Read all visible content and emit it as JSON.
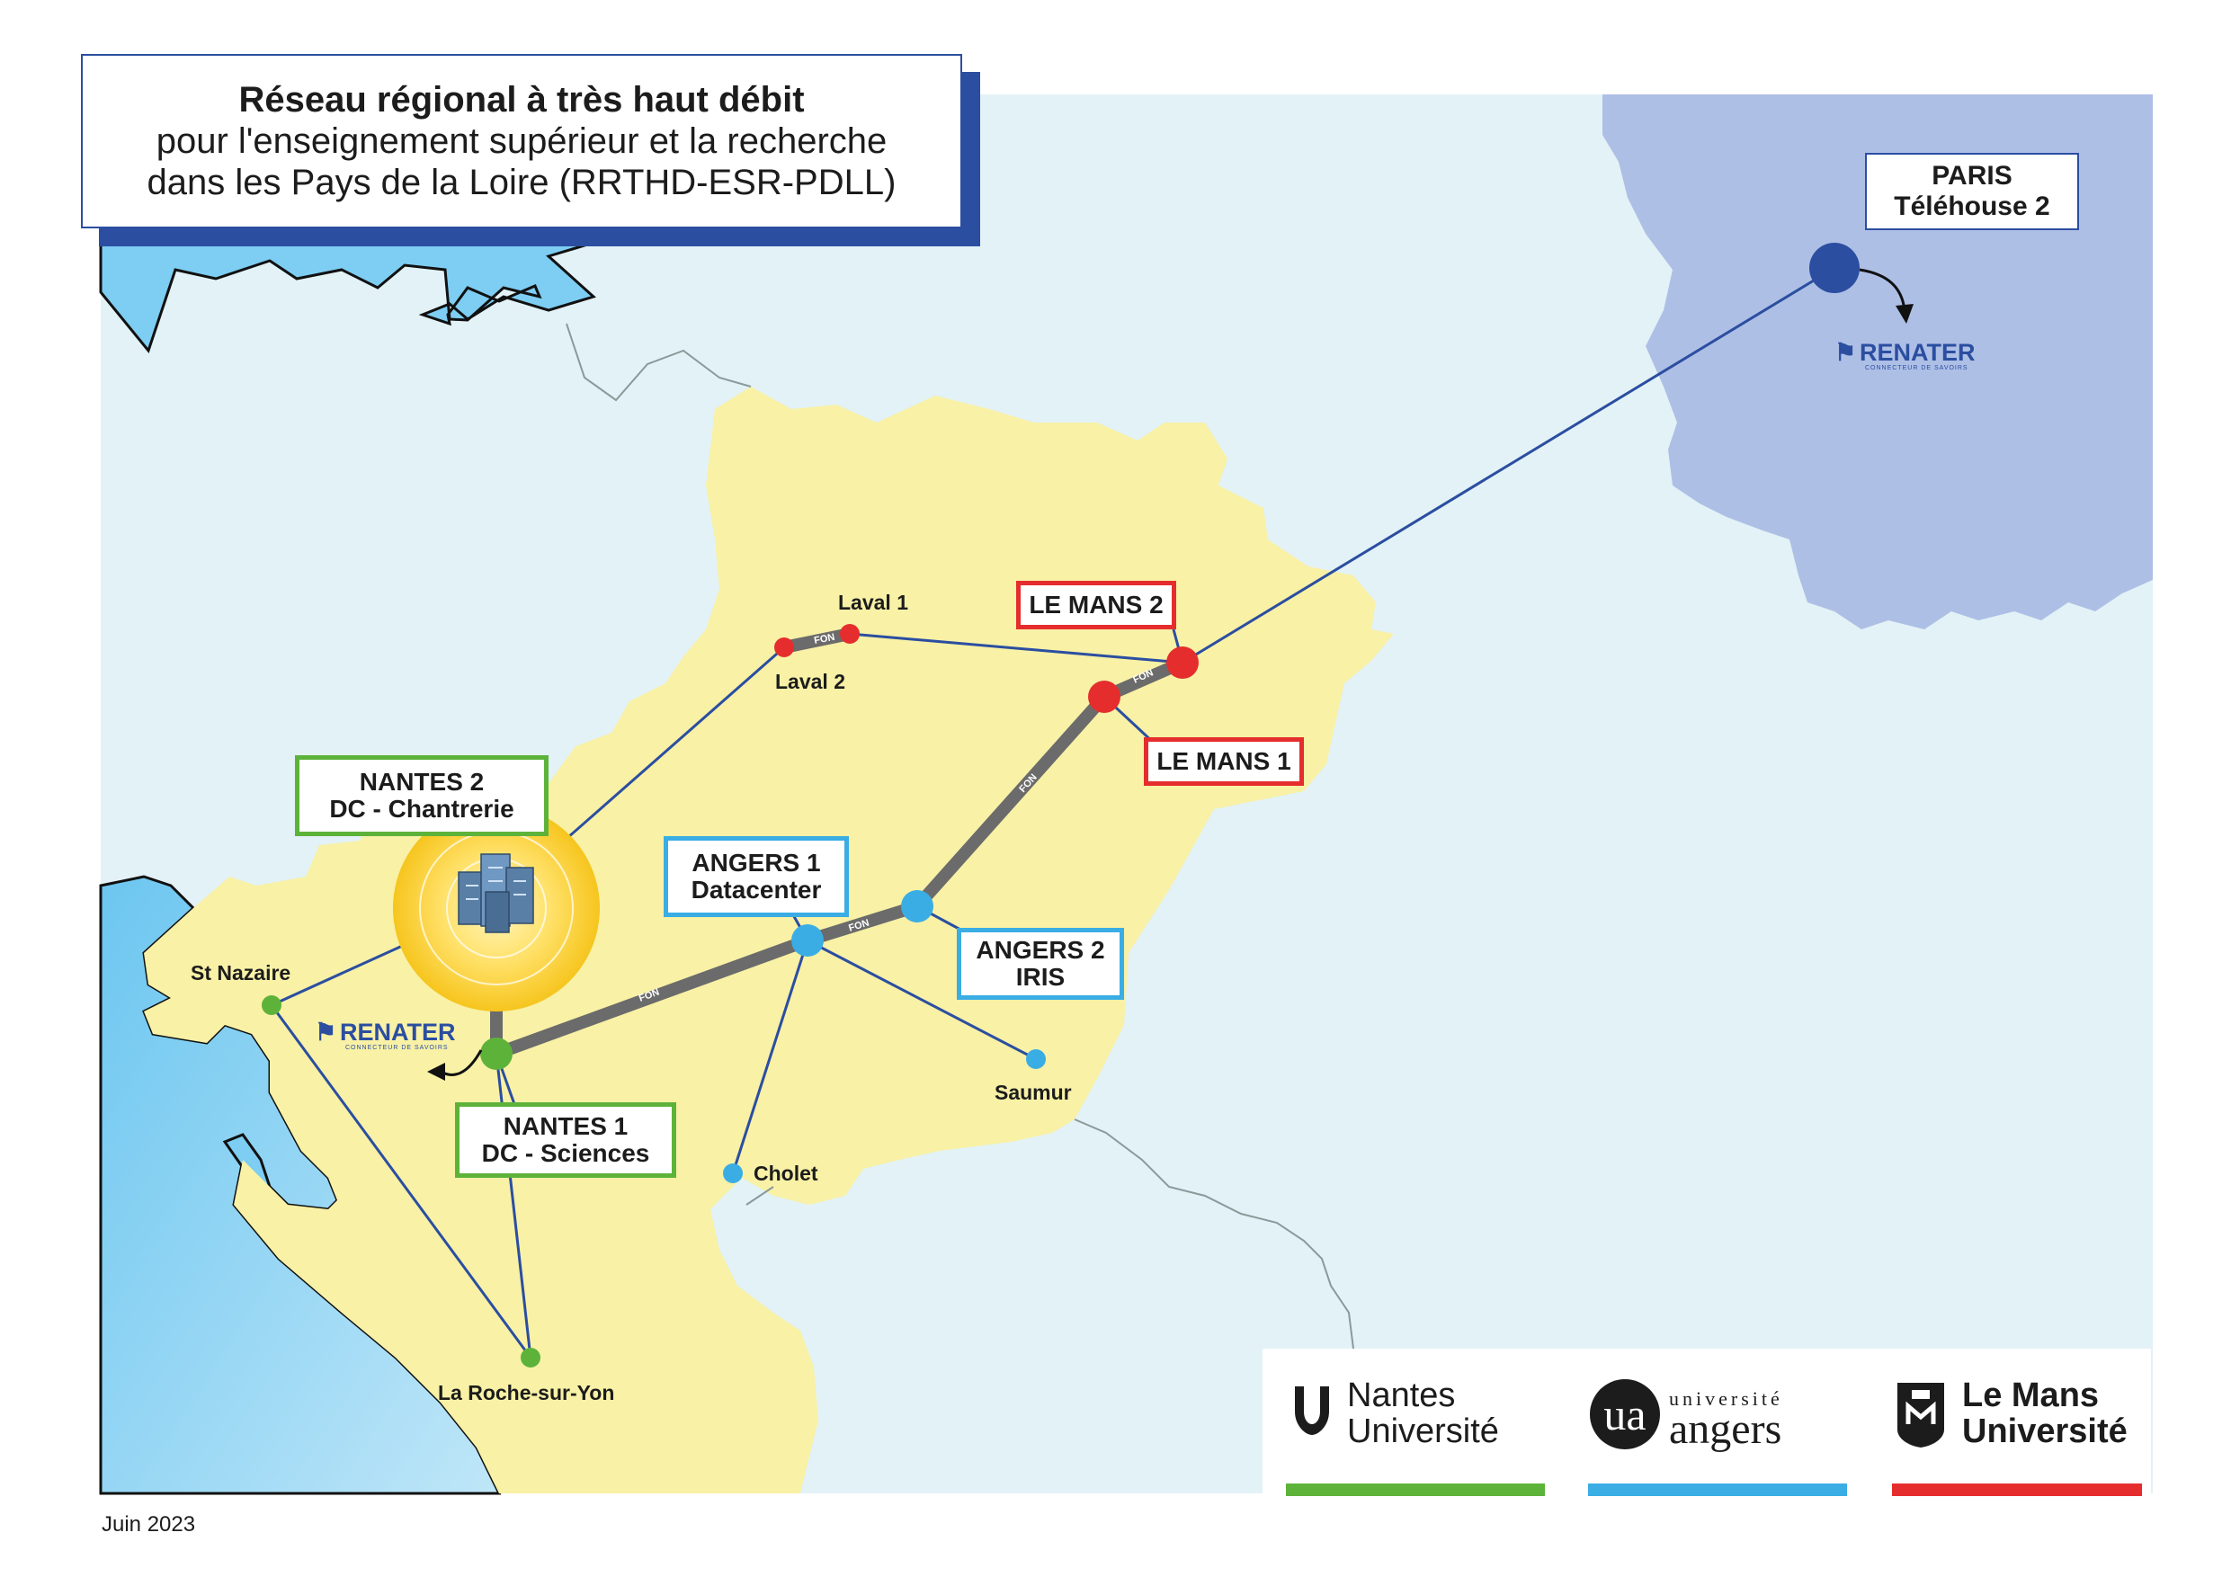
{
  "title": {
    "line1": "Réseau régional à très haut débit",
    "line2": "pour l'enseignement supérieur et la recherche",
    "line3": "dans les Pays de la Loire (RRTHD-ESR-PDLL)"
  },
  "date": "Juin 2023",
  "nodes": {
    "paris": {
      "line1": "PARIS",
      "line2": "Téléhouse 2"
    },
    "le_mans_2": "LE MANS 2",
    "le_mans_1": "LE MANS 1",
    "nantes_2": {
      "line1": "NANTES 2",
      "line2": "DC - Chantrerie"
    },
    "nantes_1": {
      "line1": "NANTES 1",
      "line2": "DC - Sciences"
    },
    "angers_1": {
      "line1": "ANGERS 1",
      "line2": "Datacenter"
    },
    "angers_2": {
      "line1": "ANGERS 2",
      "line2": "IRIS"
    }
  },
  "cities": {
    "laval_1": "Laval 1",
    "laval_2": "Laval 2",
    "st_nazaire": "St Nazaire",
    "saumur": "Saumur",
    "cholet": "Cholet",
    "la_roche": "La Roche-sur-Yon"
  },
  "link_label": "FON",
  "renater": {
    "name": "RENATER",
    "tagline": "CONNECTEUR DE SAVOIRS"
  },
  "logos": {
    "nantes": {
      "line1": "Nantes",
      "line2": "Université",
      "color": "#5db33a"
    },
    "angers": {
      "line1": "université",
      "line2": "angers",
      "color": "#3aade4"
    },
    "lemans": {
      "line1": "Le Mans",
      "line2": "Université",
      "color": "#e52d2d"
    }
  },
  "colors": {
    "sea": "#7ecdf2",
    "land": "#e3f2f6",
    "region": "#f8f1a6",
    "ile_de_france": "#aebfe6",
    "link": "#2b4ea0",
    "fon": "#6b6b6b"
  }
}
